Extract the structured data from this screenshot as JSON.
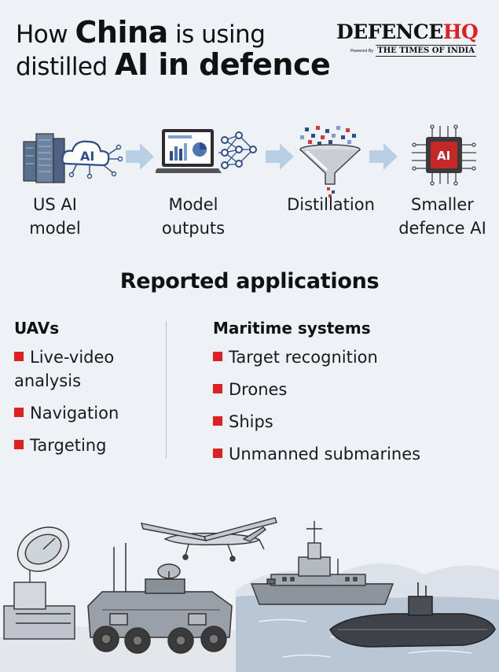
{
  "title": {
    "line1_a": "How",
    "line1_b": "China",
    "line1_c": "is using",
    "line2_a": "distilled",
    "line2_b": "AI in defence"
  },
  "brand": {
    "name_main": "DEFENCE",
    "name_accent": "HQ",
    "powered_by": "Powered By",
    "partner": "THE TIMES OF INDIA"
  },
  "pipeline": {
    "steps": [
      {
        "label_line1": "US AI",
        "label_line2": "model",
        "icon": "server-cloud-ai-icon",
        "icon_text": "AI"
      },
      {
        "label_line1": "Model",
        "label_line2": "outputs",
        "icon": "laptop-network-icon"
      },
      {
        "label_line1": "Distillation",
        "label_line2": "",
        "icon": "funnel-icon"
      },
      {
        "label_line1": "Smaller",
        "label_line2": "defence AI",
        "icon": "ai-chip-icon",
        "icon_text": "AI"
      }
    ]
  },
  "applications": {
    "title": "Reported applications",
    "left": {
      "heading": "UAVs",
      "items": [
        "Live-video analysis",
        "Navigation",
        "Targeting"
      ]
    },
    "right": {
      "heading": "Maritime systems",
      "items": [
        "Target recognition",
        "Drones",
        "Ships",
        "Unmanned submarines"
      ]
    }
  },
  "colors": {
    "accent_red": "#e02020",
    "background": "#eef1f6",
    "arrow_blue": "#b9cfe4",
    "icon_blue": "#2a4f8a"
  }
}
